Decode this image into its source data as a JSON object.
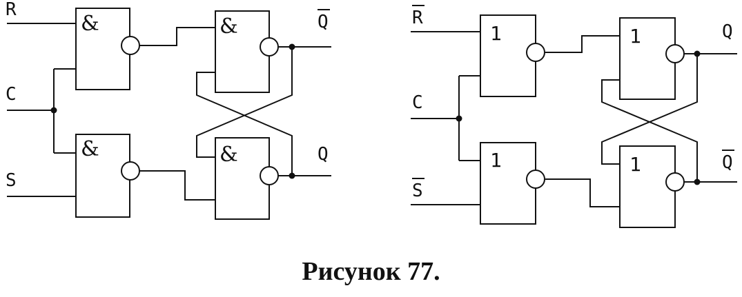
{
  "caption": "Рисунок 77.",
  "left_circuit": {
    "gate_symbol": "&",
    "inputs": [
      "R",
      "C",
      "S"
    ],
    "outputs": [
      "Q",
      "Q"
    ],
    "inverted_labels": [
      "Q"
    ]
  },
  "right_circuit": {
    "gate_symbol": "1",
    "inputs": [
      "R",
      "C",
      "S"
    ],
    "outputs": [
      "Q",
      "Q"
    ],
    "inverted_labels": [
      "R",
      "S",
      "Q"
    ]
  }
}
